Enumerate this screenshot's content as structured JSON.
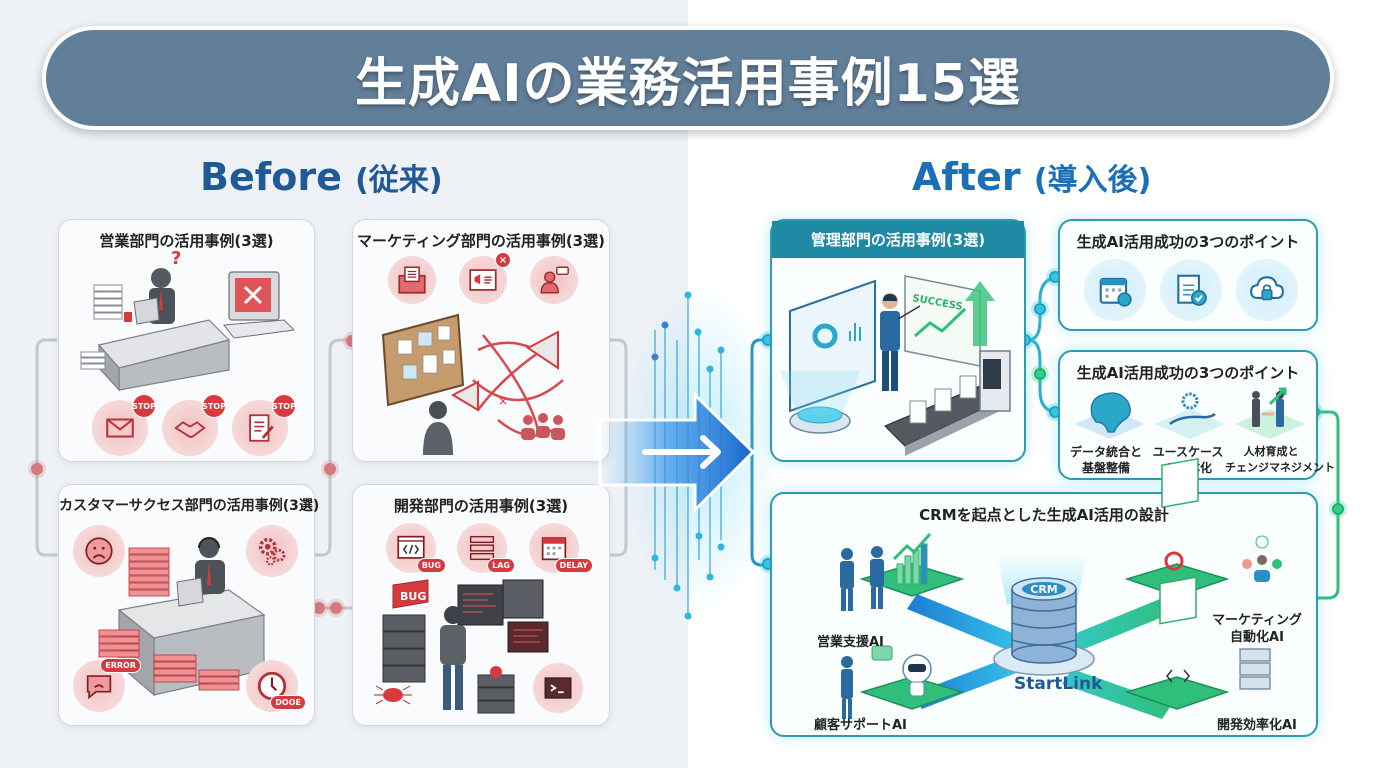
{
  "title": "生成AIの業務活用事例15選",
  "before": {
    "heading": "Before",
    "heading_sub": "(従来)",
    "cards": [
      {
        "title": "営業部門の活用事例(3選)",
        "icons": [
          {
            "name": "email-icon",
            "badge": "STOP"
          },
          {
            "name": "handshake-icon",
            "badge": "STOP"
          },
          {
            "name": "contract-icon",
            "badge": "STOP"
          }
        ]
      },
      {
        "title": "マーケティング部門の活用事例(3選)",
        "icons": [
          {
            "name": "newsletter-icon",
            "badge": ""
          },
          {
            "name": "ad-blocked-icon",
            "badge": "×"
          },
          {
            "name": "presenter-icon",
            "badge": ""
          }
        ]
      },
      {
        "title": "カスタマーサクセス部門の活用事例(3選)",
        "icons": [
          {
            "name": "sad-face-icon",
            "badge": ""
          },
          {
            "name": "gears-icon",
            "badge": ""
          },
          {
            "name": "angry-chat-icon",
            "badge": "ERROR"
          },
          {
            "name": "clock-icon",
            "badge": "DOOE"
          }
        ]
      },
      {
        "title": "開発部門の活用事例(3選)",
        "icons": [
          {
            "name": "code-window-icon",
            "badge": "BUG"
          },
          {
            "name": "log-list-icon",
            "badge": "LAG"
          },
          {
            "name": "calendar-delay-icon",
            "badge": "DELAY"
          },
          {
            "name": "terminal-icon",
            "badge": ""
          }
        ],
        "bug_sign": "BUG"
      }
    ]
  },
  "after": {
    "heading": "After",
    "heading_sub": "(導入後)",
    "admin_card": {
      "title": "管理部門の活用事例(3選)",
      "success_label": "SUCCESS"
    },
    "points_card_1": {
      "title": "生成AI活用成功の3つのポイント",
      "icons": [
        "calendar-clock-icon",
        "document-check-icon",
        "cloud-lock-icon"
      ]
    },
    "points_card_2": {
      "title": "生成AI活用成功の3つのポイント",
      "items": [
        {
          "icon": "brain-icon",
          "label_line1": "データ統合と",
          "label_line2": "基盤整備"
        },
        {
          "icon": "hand-gear-icon",
          "label_line1": "ユースケース",
          "label_line2": "の具体化"
        },
        {
          "icon": "handshake-people-icon",
          "label_line1": "人材育成と",
          "label_line2": "チェンジマネジメント"
        }
      ]
    },
    "crm_card": {
      "title": "CRMを起点とした生成AI活用の設計",
      "hub_label": "CRM",
      "brand": "StartLink",
      "nodes": [
        {
          "label_line1": "営業支援AI",
          "label_line2": ""
        },
        {
          "label_line1": "マーケティング",
          "label_line2": "自動化AI"
        },
        {
          "label_line1": "顧客サポートAI",
          "label_line2": ""
        },
        {
          "label_line1": "開発効率化AI",
          "label_line2": ""
        }
      ]
    }
  },
  "colors": {
    "banner": "#627f9a",
    "before_heading": "#1f5a96",
    "after_heading": "#1a6fb6",
    "problem_red": "#d63a3f",
    "after_teal": "#1f8aa3",
    "arrow_blue": "#1a73d6",
    "green_accent": "#2fbf7a"
  }
}
